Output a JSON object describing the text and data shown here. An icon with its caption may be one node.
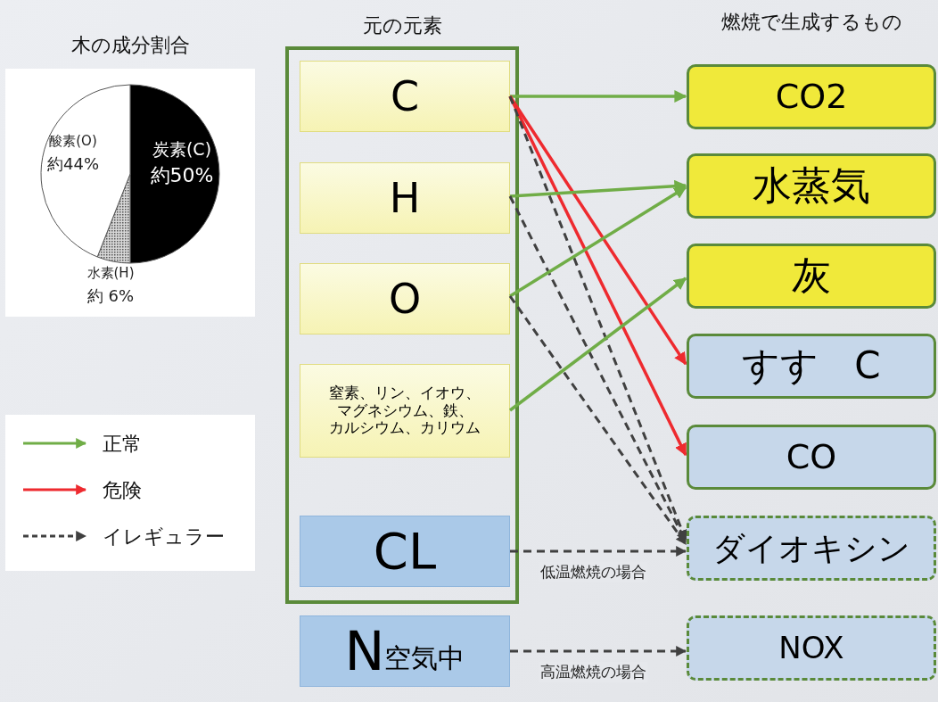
{
  "diagram": {
    "nodes": [
      {
        "text": [
          "元の元素"
        ]
      },
      {
        "text": [
          "C"
        ],
        "in": 0
      },
      {
        "text": [
          "H"
        ],
        "in": 0
      },
      {
        "text": [
          "O"
        ],
        "in": 0
      },
      {
        "text": [
          "窒素、リン、イオウ、マグネシウム、鉄、カルシウム、カリウム"
        ],
        "in": 0
      },
      {
        "text": [
          "CL"
        ],
        "in": 0
      },
      {
        "text": [
          "N",
          "空気中"
        ]
      },
      {
        "text": [
          "CO2"
        ]
      },
      {
        "text": [
          "水蒸気"
        ]
      },
      {
        "text": [
          "灰"
        ]
      },
      {
        "text": [
          "すす",
          "C"
        ]
      },
      {
        "text": [
          "CO"
        ]
      },
      {
        "text": [
          "ダイオキシン"
        ]
      },
      {
        "text": [
          "NOX"
        ]
      }
    ],
    "edges": [
      {
        "from": 1,
        "to": 7,
        "arrow": "to",
        "color": "#70ad47"
      },
      {
        "from": 1,
        "to": 10,
        "arrow": "to",
        "color": "#ee2a2f"
      },
      {
        "from": 1,
        "to": 11,
        "arrow": "to",
        "color": "#ee2a2f"
      },
      {
        "from": 1,
        "to": 12,
        "arrow": "to",
        "style": "dashed",
        "color": "#404040"
      },
      {
        "from": 2,
        "to": 8,
        "arrow": "to",
        "color": "#70ad47"
      },
      {
        "from": 2,
        "to": 12,
        "arrow": "to",
        "style": "dashed",
        "color": "#404040"
      },
      {
        "from": 3,
        "to": 8,
        "arrow": "to",
        "color": "#70ad47"
      },
      {
        "from": 3,
        "to": 12,
        "arrow": "to",
        "style": "dashed",
        "color": "#404040"
      },
      {
        "from": 4,
        "to": 9,
        "arrow": "to",
        "color": "#70ad47"
      },
      {
        "from": 5,
        "to": 12,
        "arrow": "to",
        "style": "dashed",
        "color": "#404040",
        "label": "低温燃焼の場合"
      },
      {
        "from": 6,
        "to": 13,
        "arrow": "to",
        "style": "dashed",
        "color": "#404040",
        "label": "高温燃焼の場合"
      }
    ],
    "labels": [
      "燃焼で生成するもの"
    ],
    "legend": [
      {
        "text": "正常"
      },
      {
        "text": "危険"
      },
      {
        "text": "イレギュラー"
      }
    ],
    "chart_data": {
      "type": "pie",
      "title": "木の成分割合",
      "categories": [
        "炭素(C)",
        "水素(H)",
        "酸素(O)"
      ],
      "values": [
        50,
        6,
        44
      ],
      "value_labels": [
        "約50%",
        "約 6%",
        "約44%"
      ]
    }
  }
}
